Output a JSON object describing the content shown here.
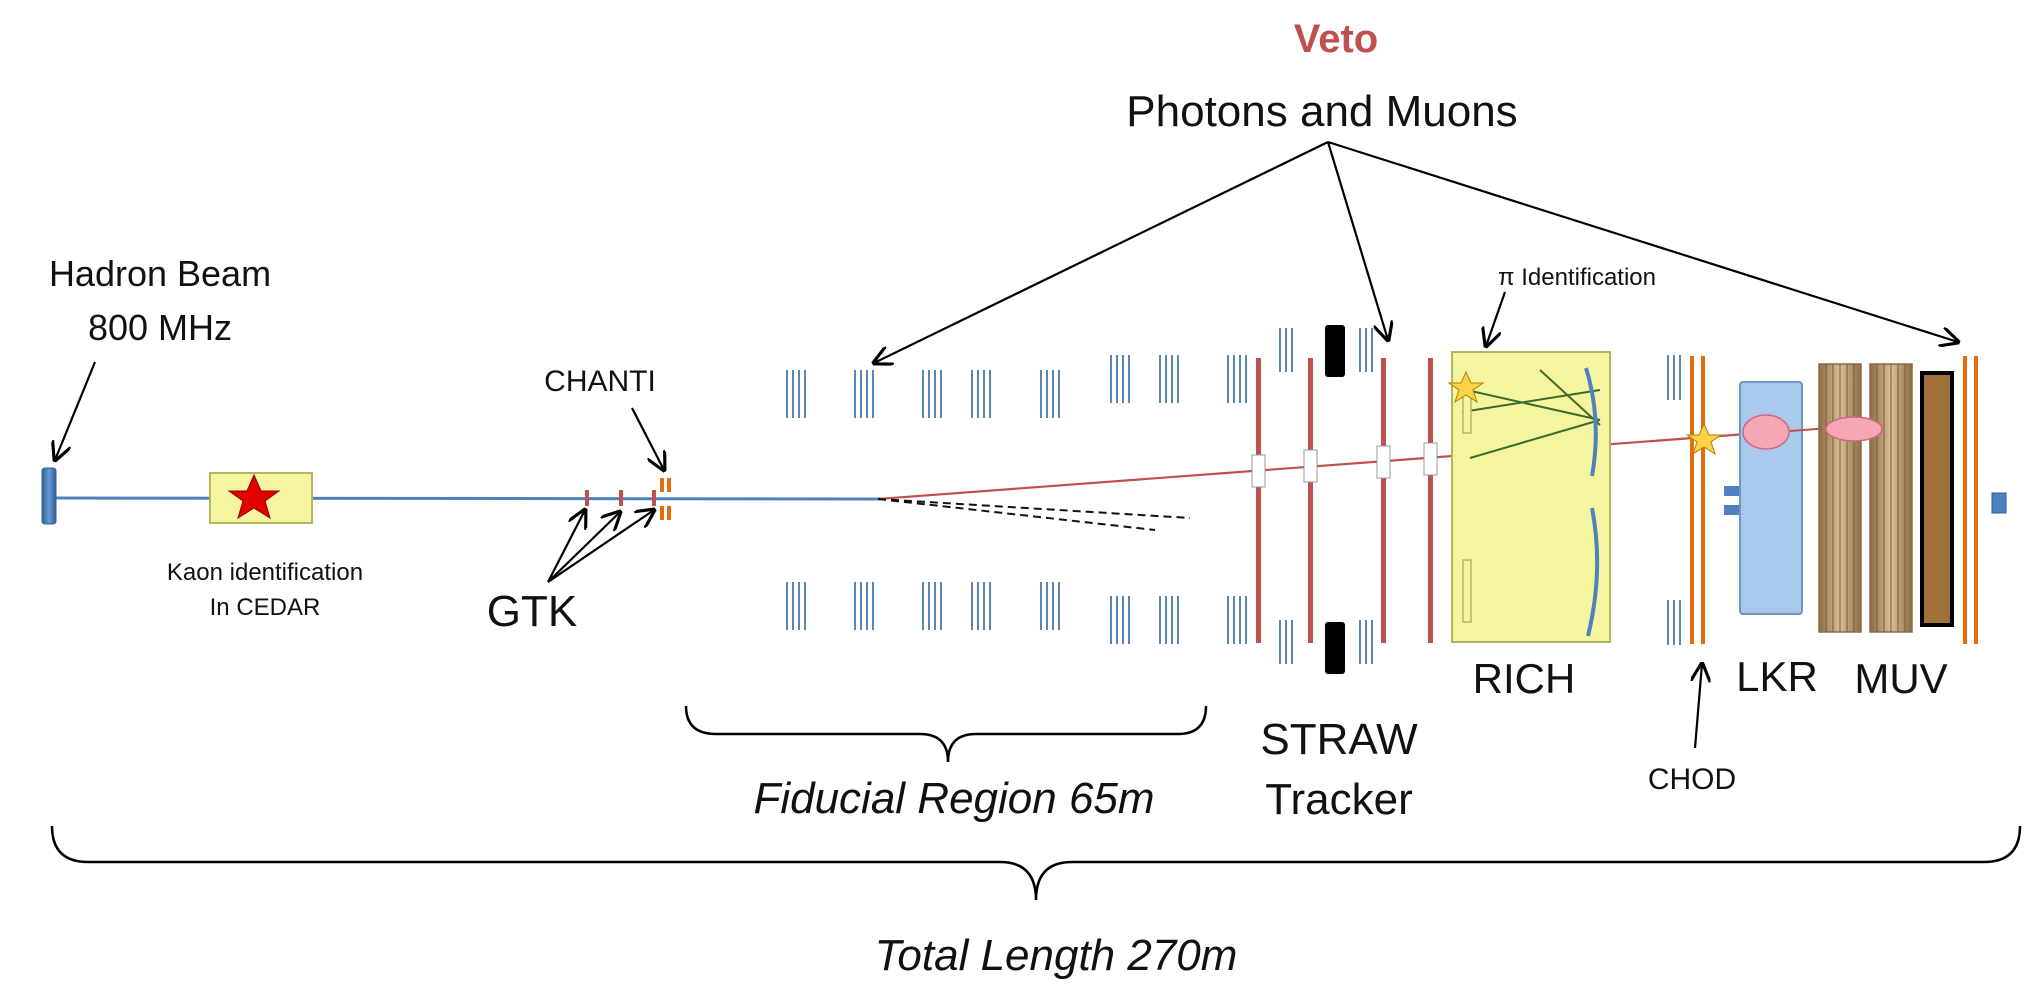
{
  "labels": {
    "veto_title": "Veto",
    "veto_subtitle": "Photons and Muons",
    "hadron_beam_line1": "Hadron Beam",
    "hadron_beam_line2": "800 MHz",
    "kaon_line1": "Kaon identification",
    "kaon_line2": "In CEDAR",
    "chanti": "CHANTI",
    "gtk": "GTK",
    "pi_identification": "π Identification",
    "rich": "RICH",
    "lkr": "LKR",
    "muv": "MUV",
    "chod": "CHOD",
    "straw_line1": "STRAW",
    "straw_line2": "Tracker",
    "fiducial_region": "Fiducial Region 65m",
    "total_length": "Total Length 270m"
  },
  "colors": {
    "beam": "#4f81bd",
    "track": "#c0504d",
    "veto_text": "#c0504d",
    "veto_station": "#5a86b6",
    "chamber": "#c0504d",
    "rich_fill": "#f5f5a0",
    "lkr_fill": "#a9c8ec",
    "muv_fill": "#c9ad85",
    "muv_absorber": "#a0723a",
    "chod": "#e46c0a",
    "cedar_star": "#e00000",
    "event_star": "#ffd24a",
    "shower": "#f4a6b4"
  }
}
